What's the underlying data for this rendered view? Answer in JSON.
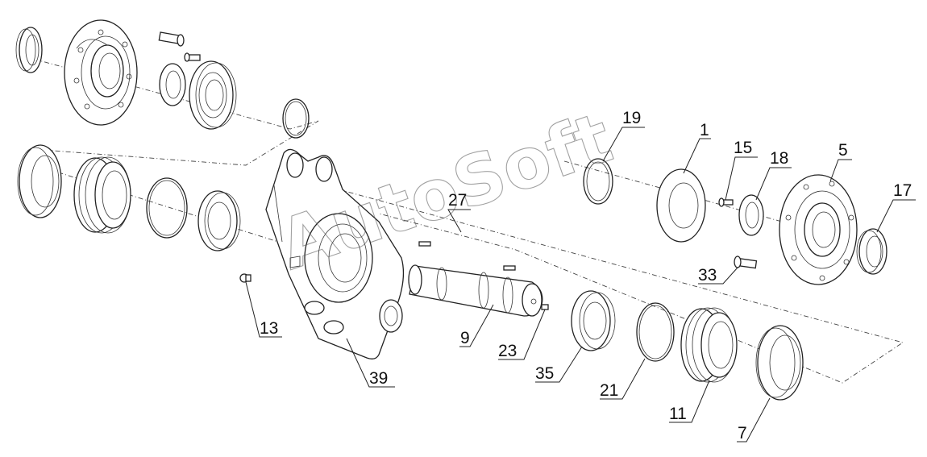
{
  "watermark": "AutoSoft",
  "labels": {
    "p1": "1",
    "p5": "5",
    "p7": "7",
    "p9": "9",
    "p11": "11",
    "p13": "13",
    "p15": "15",
    "p17": "17",
    "p18": "18",
    "p19": "19",
    "p21": "21",
    "p23": "23",
    "p27": "27",
    "p33": "33",
    "p35": "35",
    "p39": "39"
  }
}
